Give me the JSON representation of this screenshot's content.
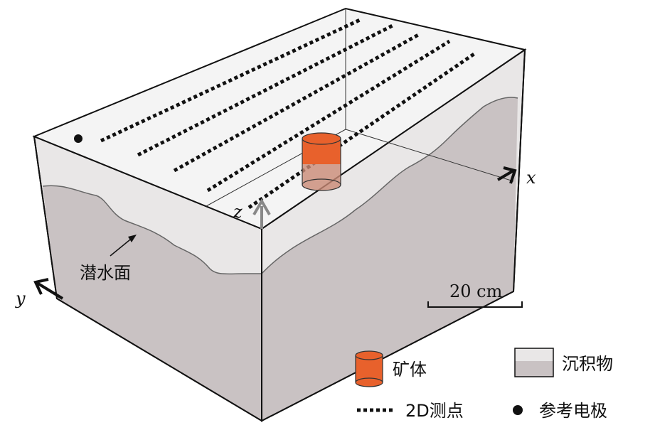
{
  "diagram": {
    "axes": {
      "x": "x",
      "y": "y",
      "z": "z"
    },
    "water_table_label": "潜水面",
    "scale_bar": {
      "label": "20 cm"
    },
    "legend": {
      "ore_body": "矿体",
      "sediment": "沉积物",
      "survey_points": "2D测点",
      "reference_electrode": "参考电极"
    },
    "survey_lines_count": 5
  },
  "colors": {
    "ore_body": "#e8612c",
    "sediment_light": "#e9e7e7",
    "sediment_dark": "#c9c2c3",
    "outline": "#111111"
  }
}
